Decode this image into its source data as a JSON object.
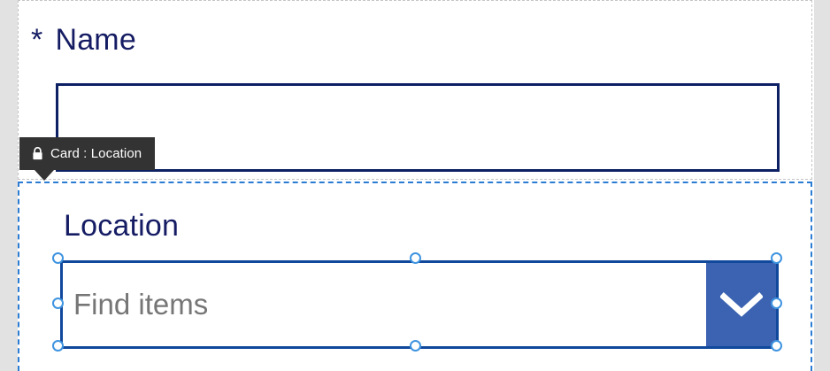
{
  "canvas": {
    "background_color": "#ffffff",
    "gutter_color": "#e2e2e2"
  },
  "name_card": {
    "border_style": "dashed",
    "border_color": "#c4c4c4",
    "label": "Name",
    "required_marker": "*",
    "label_color": "#151c63",
    "input": {
      "value": "",
      "placeholder": "",
      "border_color": "#0c2063"
    }
  },
  "location_card": {
    "selected": true,
    "border_style": "dashed",
    "border_color": "#2b7cd3",
    "label": "Location",
    "label_color": "#151c63",
    "combo": {
      "placeholder": "Find items",
      "value": "",
      "placeholder_color": "#767676",
      "border_color": "#10489c",
      "dropdown_button": {
        "icon": "chevron-down-icon",
        "background_color": "#3b63b2",
        "icon_color": "#ffffff"
      }
    },
    "handles": [
      {
        "name": "handle-top-left",
        "position": "top-left"
      },
      {
        "name": "handle-top-middle",
        "position": "top-middle"
      },
      {
        "name": "handle-top-right",
        "position": "top-right"
      },
      {
        "name": "handle-middle-left",
        "position": "middle-left"
      },
      {
        "name": "handle-middle-right",
        "position": "middle-right"
      },
      {
        "name": "handle-bottom-left",
        "position": "bottom-left"
      },
      {
        "name": "handle-bottom-middle",
        "position": "bottom-middle"
      },
      {
        "name": "handle-bottom-right",
        "position": "bottom-right"
      }
    ]
  },
  "card_badge": {
    "icon": "lock-icon",
    "text": "Card : Location",
    "background_color": "#333333",
    "text_color": "#ffffff"
  }
}
